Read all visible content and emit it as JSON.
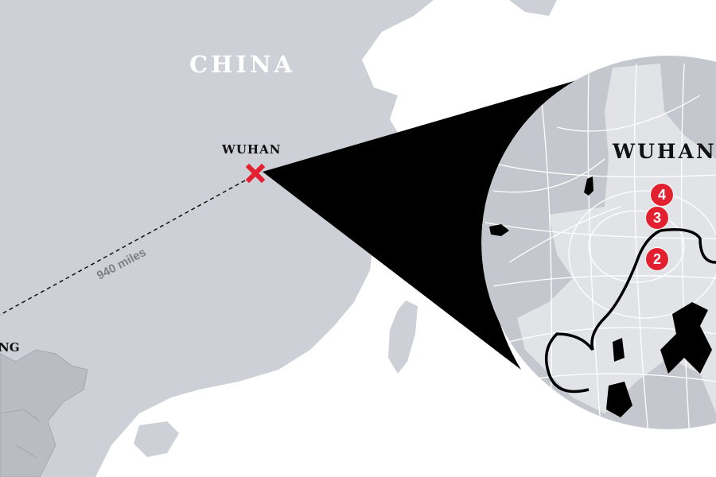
{
  "labels": {
    "country": "CHINA",
    "city": "WUHAN",
    "inset_city": "WUHAN",
    "partial_city": "NG",
    "distance": "940 miles"
  },
  "markers": [
    {
      "number": "4"
    },
    {
      "number": "3"
    },
    {
      "number": "2"
    }
  ],
  "colors": {
    "land": "#cdd0d6",
    "neighbor": "#b9bcc3",
    "sea": "#ffffff",
    "marker": "#e3202f",
    "inset_dark": "#c4c7cd",
    "inset_light": "#e2e3e6"
  }
}
